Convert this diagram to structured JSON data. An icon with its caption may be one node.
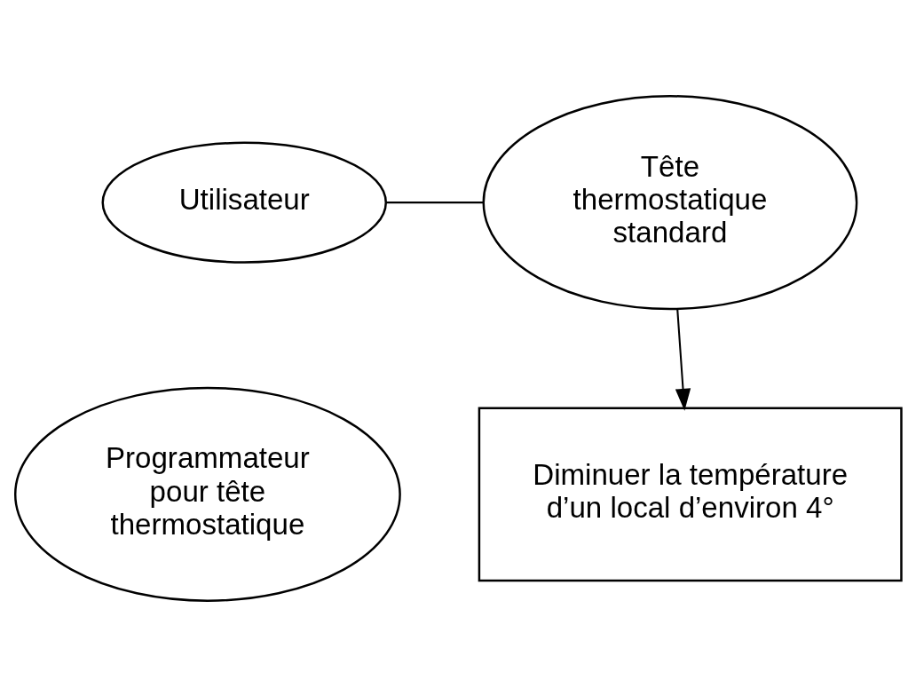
{
  "diagram": {
    "nodes": [
      {
        "text": [
          "Utilisateur"
        ]
      },
      {
        "text": [
          "Tête thermostatique standard"
        ]
      },
      {
        "text": [
          "Programmateur pour tête thermostatique"
        ]
      },
      {
        "text": [
          "Diminuer la température d’un local d’environ 4°"
        ]
      }
    ],
    "edges": [
      {
        "from": 0,
        "to": 1,
        "arrow": "none"
      },
      {
        "from": 1,
        "to": 3,
        "arrow": "to"
      }
    ]
  }
}
